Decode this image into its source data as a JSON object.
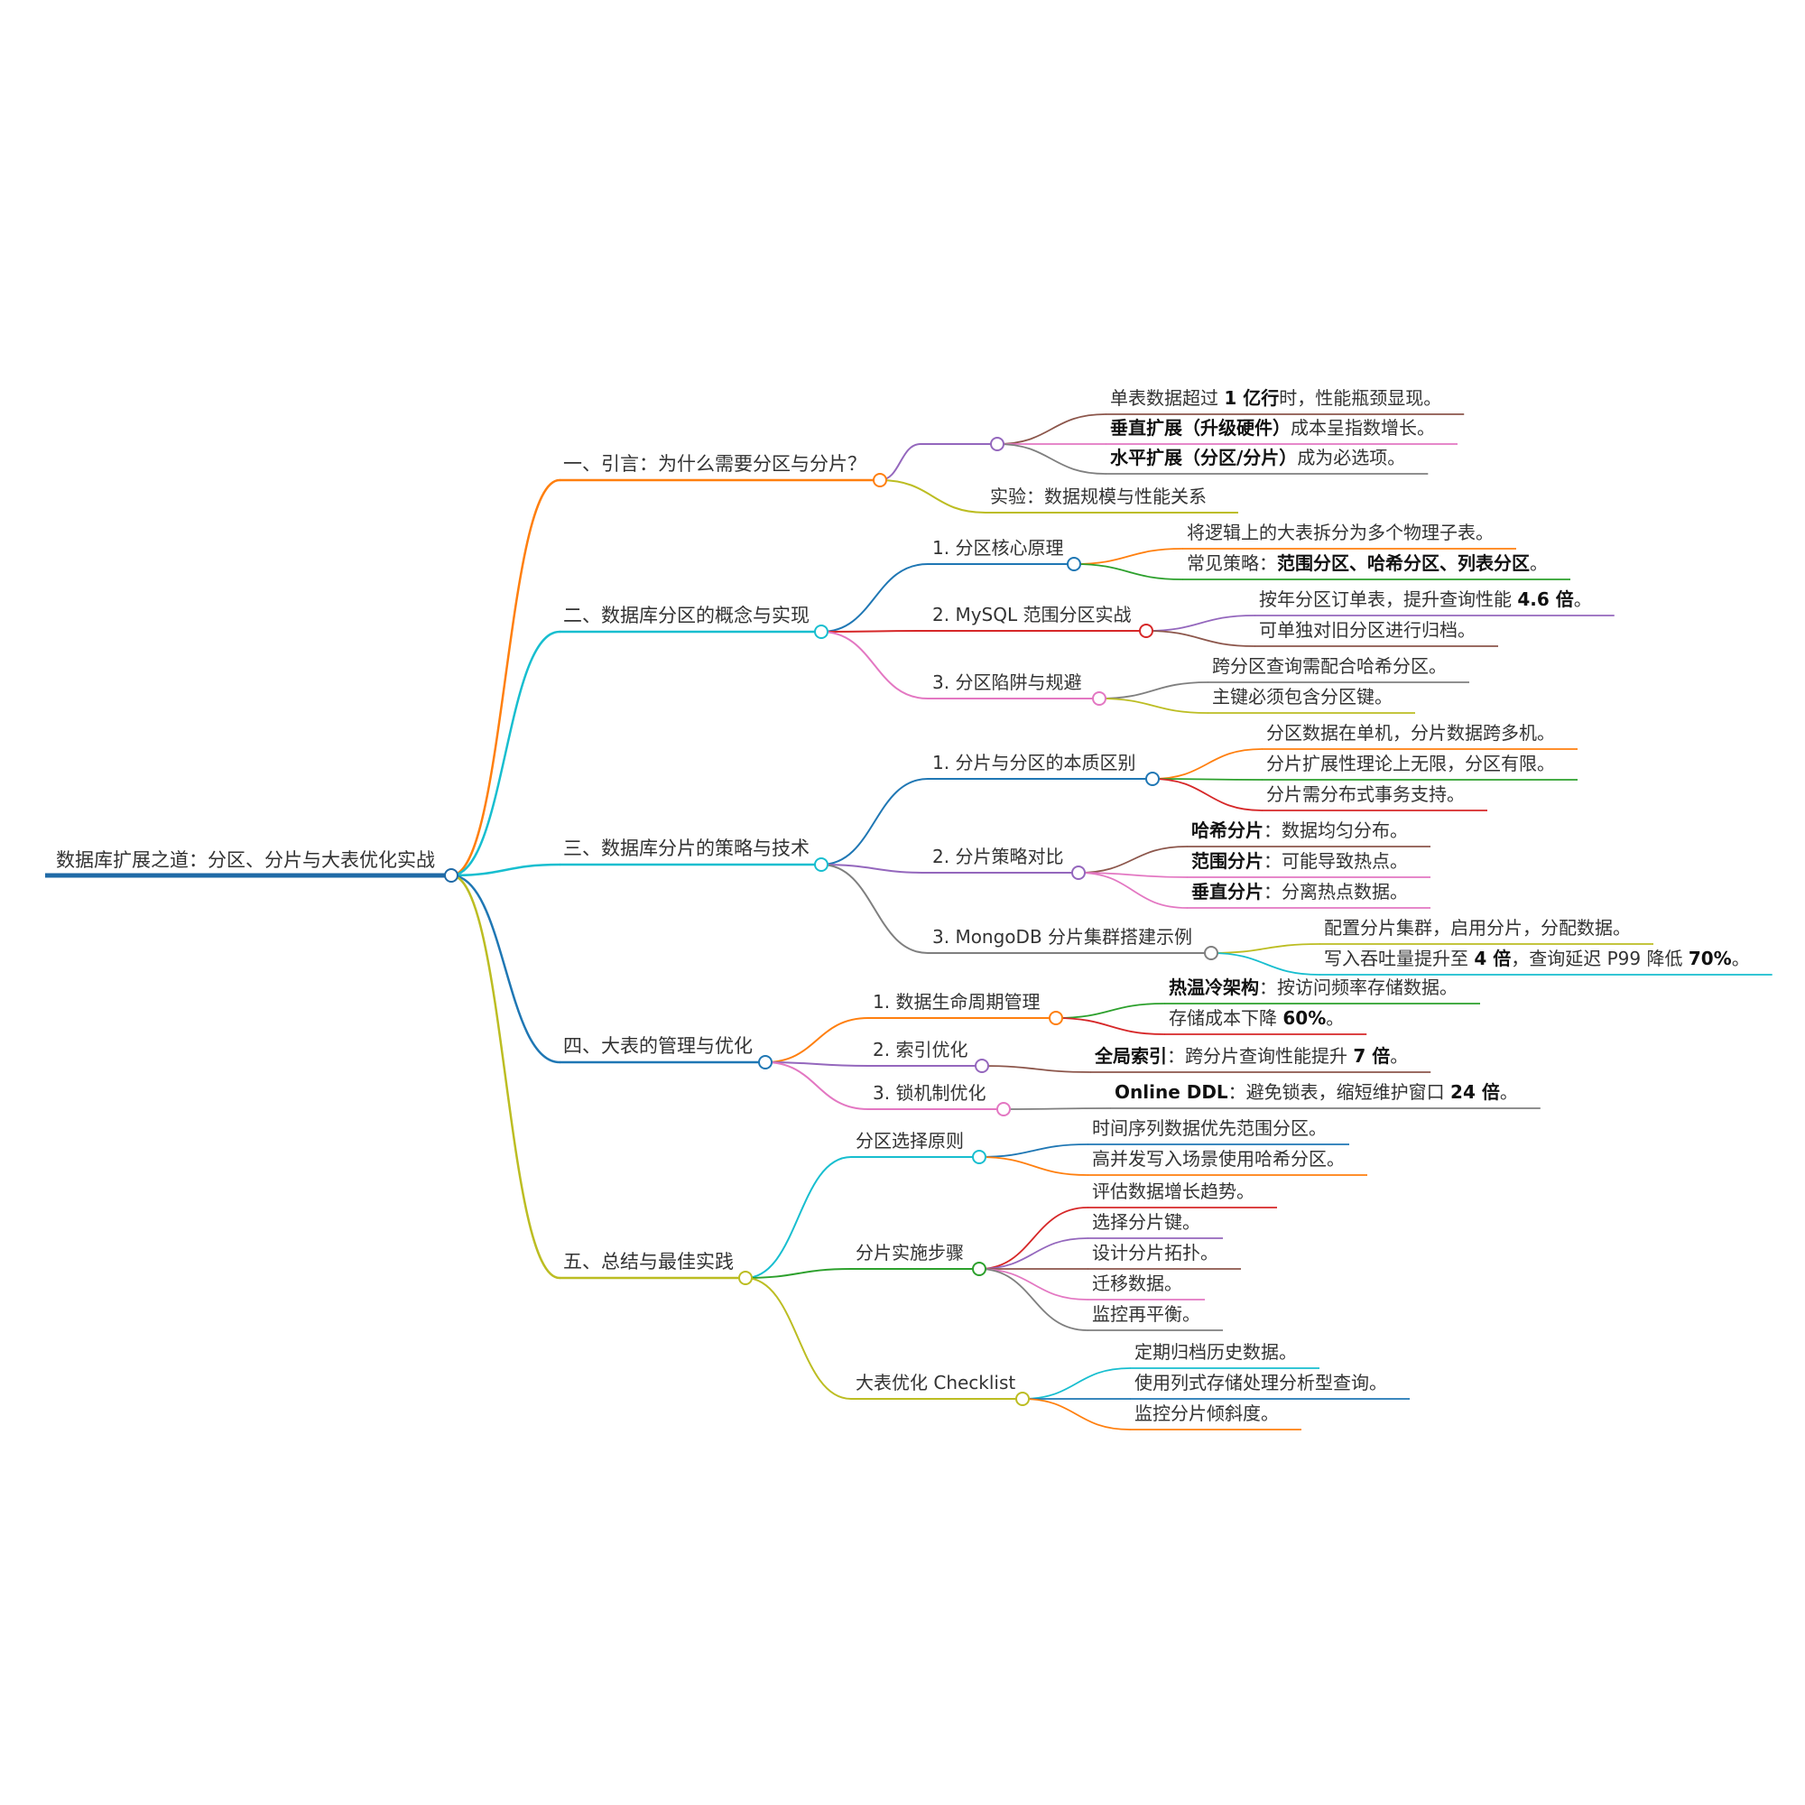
{
  "root": {
    "label": "数据库扩展之道：分区、分片与大表优化实战",
    "color": "#1f6aa6",
    "children": [
      {
        "label": "一、引言：为什么需要分区与分片？",
        "color": "#ff7f0e",
        "children": [
          {
            "label": "",
            "color": "#9467bd",
            "children": [
              {
                "label": "单表数据超过 **1 亿行**时，性能瓶颈显现。",
                "color": "#8c564b"
              },
              {
                "label": "**垂直扩展（升级硬件）**成本呈指数增长。",
                "color": "#e377c2"
              },
              {
                "label": "**水平扩展（分区/分片）**成为必选项。",
                "color": "#7f7f7f"
              }
            ]
          },
          {
            "label": "实验：数据规模与性能关系",
            "color": "#bcbd22"
          }
        ]
      },
      {
        "label": "二、数据库分区的概念与实现",
        "color": "#17becf",
        "children": [
          {
            "label": "1. 分区核心原理",
            "color": "#1f77b4",
            "children": [
              {
                "label": "将逻辑上的大表拆分为多个物理子表。",
                "color": "#ff7f0e"
              },
              {
                "label": "常见策略：**范围分区、哈希分区、列表分区**。",
                "color": "#2ca02c"
              }
            ]
          },
          {
            "label": "2. MySQL 范围分区实战",
            "color": "#d62728",
            "children": [
              {
                "label": "按年分区订单表，提升查询性能 **4.6 倍**。",
                "color": "#9467bd"
              },
              {
                "label": "可单独对旧分区进行归档。",
                "color": "#8c564b"
              }
            ]
          },
          {
            "label": "3. 分区陷阱与规避",
            "color": "#e377c2",
            "children": [
              {
                "label": "跨分区查询需配合哈希分区。",
                "color": "#7f7f7f"
              },
              {
                "label": "主键必须包含分区键。",
                "color": "#bcbd22"
              }
            ]
          }
        ]
      },
      {
        "label": "三、数据库分片的策略与技术",
        "color": "#17becf",
        "children": [
          {
            "label": "1. 分片与分区的本质区别",
            "color": "#1f77b4",
            "children": [
              {
                "label": "分区数据在单机，分片数据跨多机。",
                "color": "#ff7f0e"
              },
              {
                "label": "分片扩展性理论上无限，分区有限。",
                "color": "#2ca02c"
              },
              {
                "label": "分片需分布式事务支持。",
                "color": "#d62728"
              }
            ]
          },
          {
            "label": "2. 分片策略对比",
            "color": "#9467bd",
            "children": [
              {
                "label": "**哈希分片**：数据均匀分布。",
                "color": "#8c564b"
              },
              {
                "label": "**范围分片**：可能导致热点。",
                "color": "#e377c2"
              },
              {
                "label": "**垂直分片**：分离热点数据。",
                "color": "#e377c2"
              }
            ]
          },
          {
            "label": "3. MongoDB 分片集群搭建示例",
            "color": "#7f7f7f",
            "children": [
              {
                "label": "配置分片集群，启用分片，分配数据。",
                "color": "#bcbd22"
              },
              {
                "label": "写入吞吐量提升至 **4 倍**，查询延迟 P99 降低 **70%**。",
                "color": "#17becf"
              }
            ]
          }
        ]
      },
      {
        "label": "四、大表的管理与优化",
        "color": "#1f77b4",
        "children": [
          {
            "label": "1. 数据生命周期管理",
            "color": "#ff7f0e",
            "children": [
              {
                "label": "**热温冷架构**：按访问频率存储数据。",
                "color": "#2ca02c"
              },
              {
                "label": "存储成本下降 **60%**。",
                "color": "#d62728"
              }
            ]
          },
          {
            "label": "2. 索引优化",
            "color": "#9467bd",
            "children": [
              {
                "label": "**全局索引**：跨分片查询性能提升 **7 倍**。",
                "color": "#8c564b"
              }
            ]
          },
          {
            "label": "3. 锁机制优化",
            "color": "#e377c2",
            "children": [
              {
                "label": "**Online DDL**：避免锁表，缩短维护窗口 **24 倍**。",
                "color": "#7f7f7f"
              }
            ]
          }
        ]
      },
      {
        "label": "五、总结与最佳实践",
        "color": "#bcbd22",
        "children": [
          {
            "label": "分区选择原则",
            "color": "#17becf",
            "children": [
              {
                "label": "时间序列数据优先范围分区。",
                "color": "#1f77b4"
              },
              {
                "label": "高并发写入场景使用哈希分区。",
                "color": "#ff7f0e"
              }
            ]
          },
          {
            "label": "分片实施步骤",
            "color": "#2ca02c",
            "children": [
              {
                "label": "评估数据增长趋势。",
                "color": "#d62728"
              },
              {
                "label": "选择分片键。",
                "color": "#9467bd"
              },
              {
                "label": "设计分片拓扑。",
                "color": "#8c564b"
              },
              {
                "label": "迁移数据。",
                "color": "#e377c2"
              },
              {
                "label": "监控再平衡。",
                "color": "#7f7f7f"
              }
            ]
          },
          {
            "label": "大表优化 Checklist",
            "color": "#bcbd22",
            "children": [
              {
                "label": "定期归档历史数据。",
                "color": "#17becf"
              },
              {
                "label": "使用列式存储处理分析型查询。",
                "color": "#1f77b4"
              },
              {
                "label": "监控分片倾斜度。",
                "color": "#ff7f0e"
              }
            ]
          }
        ]
      }
    ]
  }
}
